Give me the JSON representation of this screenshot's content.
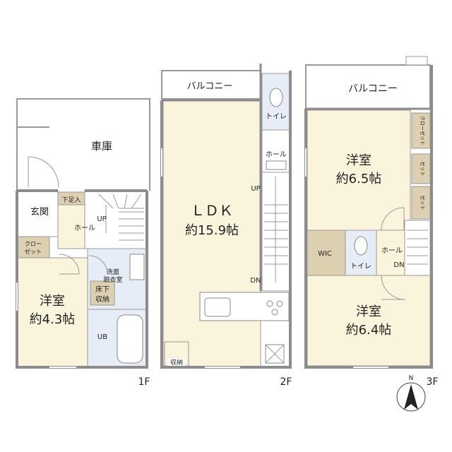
{
  "floors": [
    {
      "name": "1F",
      "rooms": [
        {
          "key": "garage",
          "label": "車庫"
        },
        {
          "key": "entrance",
          "label": "玄関"
        },
        {
          "key": "shoe_storage",
          "label": "下足入"
        },
        {
          "key": "hall",
          "label": "ホール"
        },
        {
          "key": "up",
          "label": "UP"
        },
        {
          "key": "closet",
          "label_line1": "クロー",
          "label_line2": "ゼット"
        },
        {
          "key": "western_room",
          "label_line1": "洋室",
          "label_line2": "約4.3帖"
        },
        {
          "key": "washroom",
          "label_line1": "洗面",
          "label_line2": "脱衣室"
        },
        {
          "key": "underfloor",
          "label_line1": "床下",
          "label_line2": "収納"
        },
        {
          "key": "unit_bath",
          "label": "UB"
        }
      ]
    },
    {
      "name": "2F",
      "rooms": [
        {
          "key": "balcony",
          "label": "バルコニー"
        },
        {
          "key": "toilet",
          "label": "トイレ"
        },
        {
          "key": "hall",
          "label": "ホール"
        },
        {
          "key": "ldk",
          "label_line1": "ＬＤＫ",
          "label_line2": "約15.9帖"
        },
        {
          "key": "up",
          "label": "UP"
        },
        {
          "key": "dn",
          "label": "DN"
        },
        {
          "key": "storage",
          "label": "収納"
        }
      ]
    },
    {
      "name": "3F",
      "rooms": [
        {
          "key": "balcony",
          "label": "バルコニー"
        },
        {
          "key": "western_room_a",
          "label_line1": "洋室",
          "label_line2": "約6.5帖"
        },
        {
          "key": "closet_a",
          "label": "クローゼット"
        },
        {
          "key": "closet_b",
          "label": "ゼット"
        },
        {
          "key": "closet_c",
          "label": "ゼット"
        },
        {
          "key": "wic",
          "label": "WIC"
        },
        {
          "key": "toilet",
          "label": "トイレ"
        },
        {
          "key": "hall",
          "label": "ホール"
        },
        {
          "key": "dn",
          "label": "DN"
        },
        {
          "key": "western_room_b",
          "label_line1": "洋室",
          "label_line2": "約6.4帖"
        }
      ]
    }
  ],
  "compass": {
    "label": "N"
  },
  "colors": {
    "room_fill": "#fbf4dc",
    "wet_fill": "#e7edf7",
    "closet_fill": "#ddd0b0",
    "wall": "#8c8c8c",
    "line": "#999999"
  }
}
